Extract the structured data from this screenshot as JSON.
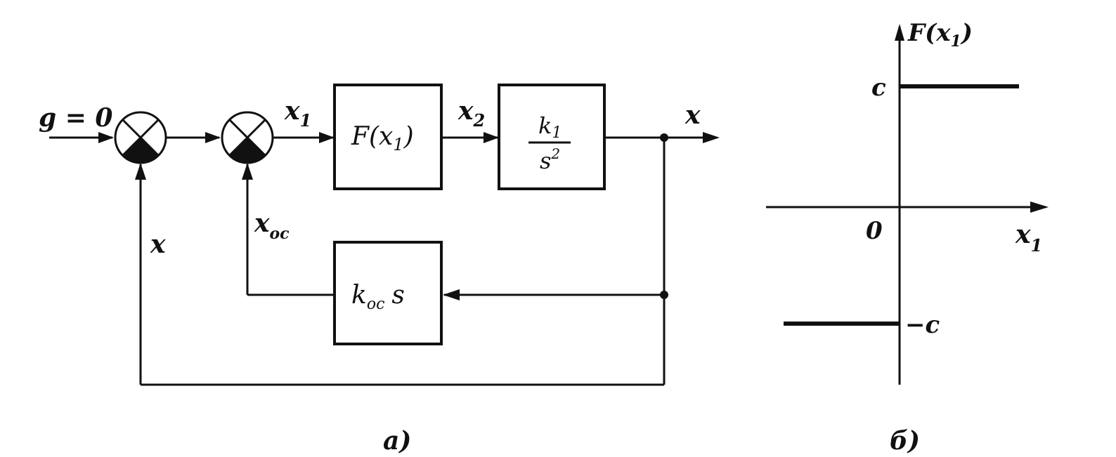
{
  "diagram_a": {
    "input_label": "g = 0",
    "x1_label": "x",
    "x1_sub": "1",
    "x2_label": "x",
    "x2_sub": "2",
    "output_label": "x",
    "block_f": {
      "text": "F(x",
      "sub": "1",
      "close": ")"
    },
    "block_plant": {
      "num": "k",
      "num_sub": "1",
      "den": "s",
      "den_sup": "2"
    },
    "block_fb": {
      "k": "k",
      "k_sub": "oc",
      "s": "s"
    },
    "feedback_x_label": "x",
    "xoc_label": "x",
    "xoc_sub": "oc",
    "caption": "a)"
  },
  "diagram_b": {
    "axis_y_label": "F(x",
    "axis_y_sub": "1",
    "axis_y_close": ")",
    "axis_x_label": "x",
    "axis_x_sub": "1",
    "origin_label": "0",
    "level_pos": "c",
    "level_neg": "−c",
    "caption": "б)"
  },
  "colors": {
    "ink": "#111111",
    "background": "#ffffff"
  }
}
